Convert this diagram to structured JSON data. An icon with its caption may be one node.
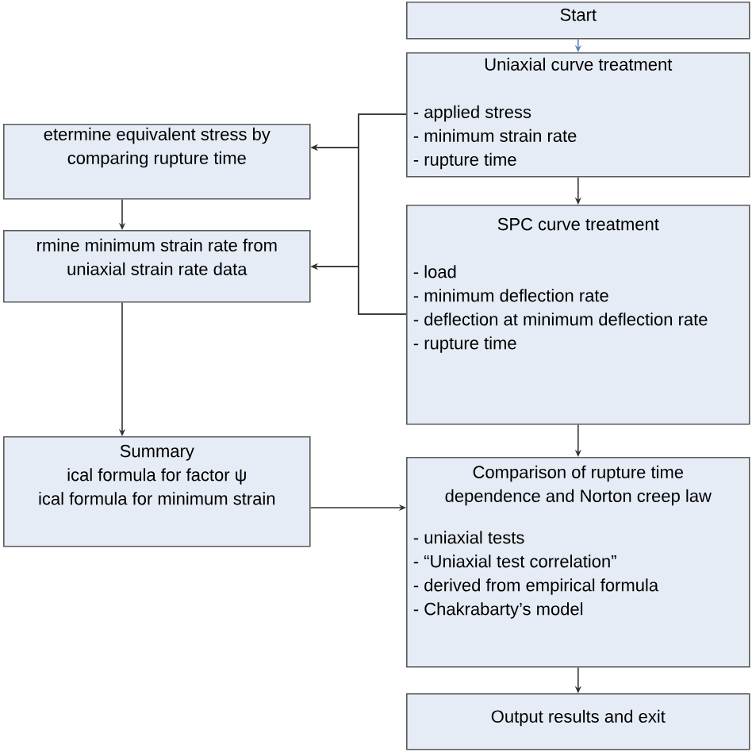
{
  "diagram": {
    "nodes": [
      {
        "text": [
          "Start"
        ]
      },
      {
        "text": [
          "Uniaxial curve treatment",
          "- applied stress",
          "- minimum strain rate",
          "- rupture time"
        ]
      },
      {
        "text": [
          "SPC curve treatment",
          "- load",
          "- minimum deflection rate",
          "- deflection at minimum deflection rate",
          "- rupture time"
        ]
      },
      {
        "text": [
          "etermine equivalent stress by comparing rupture time"
        ]
      },
      {
        "text": [
          "rmine minimum strain rate from uniaxial strain rate data"
        ]
      },
      {
        "text": [
          "Summary",
          "ical formula for factor ψ",
          "ical formula for minimum strain"
        ]
      },
      {
        "text": [
          "Comparison of rupture time dependence and Norton creep law",
          "- uniaxial tests",
          "- “Uniaxial test correlation”",
          "- derived from empirical formula",
          "- Chakrabarty’s model"
        ]
      },
      {
        "text": [
          "Output results and exit"
        ]
      }
    ],
    "edges": [
      {
        "from": 0,
        "to": 1,
        "arrow": "to",
        "color": "#5b86b5"
      },
      {
        "from": 1,
        "to": 2,
        "arrow": "to"
      },
      {
        "from": 1,
        "to": 3,
        "arrow": "to"
      },
      {
        "from": 1,
        "to": 4,
        "arrow": "to"
      },
      {
        "from": 2,
        "to": 3,
        "arrow": "to"
      },
      {
        "from": 2,
        "to": 4,
        "arrow": "to"
      },
      {
        "from": 3,
        "to": 4,
        "arrow": "to"
      },
      {
        "from": 4,
        "to": 5,
        "arrow": "to"
      },
      {
        "from": 5,
        "to": 6,
        "arrow": "to"
      },
      {
        "from": 2,
        "to": 6,
        "arrow": "to"
      },
      {
        "from": 6,
        "to": 7,
        "arrow": "to"
      }
    ]
  }
}
